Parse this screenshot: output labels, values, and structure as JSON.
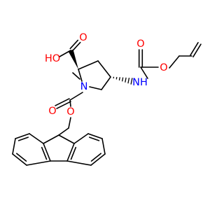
{
  "molecule": {
    "atoms": {
      "carboxyl_o_top": "O",
      "carboxyl_oh": "HO",
      "ring_n": "N",
      "amide_nh": "NH",
      "carbamate_o_top": "O",
      "allyl_ester_o": "O",
      "fmoc_carbonyl_o": "O",
      "fmoc_ester_o": "O"
    },
    "colors": {
      "bond": "#000000",
      "oxygen": "#ff0000",
      "nitrogen": "#0000ff"
    }
  }
}
